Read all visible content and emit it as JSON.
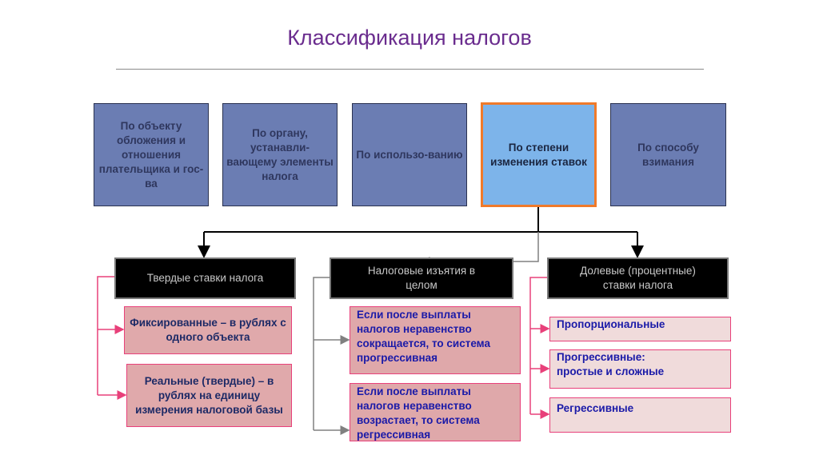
{
  "title": "Классификация налогов",
  "categories": [
    "По объекту обложения и отношения плательщика и гос-ва",
    "По органу, устанавли-вающему элементы налога",
    "По использо-ванию",
    "По степени изменения ставок",
    "По способу взимания"
  ],
  "rate_types": {
    "fixed": "Твердые ставки налога",
    "total": "Налоговые изъятия в целом",
    "percent": "Долевые (процентные) ставки налога"
  },
  "fixed_items": [
    "Фиксированные – в рублях с одного объекта",
    "Реальные (твердые) – в рублях на единицу измерения налоговой базы"
  ],
  "total_items": [
    "Если после выплаты налогов неравенство сокращается, то система прогрессивная",
    "Если после выплаты налогов неравенство возрастает, то система регрессивная"
  ],
  "percent_items": [
    "Пропорциональные",
    "Прогрессивные: простые и сложные",
    "Регрессивные"
  ],
  "colors": {
    "title": "#6a2c8e",
    "category": "#6b7db3",
    "selected": "#7db4ea",
    "selected_border": "#f07a2a",
    "connector_pink": "#e8407a"
  }
}
